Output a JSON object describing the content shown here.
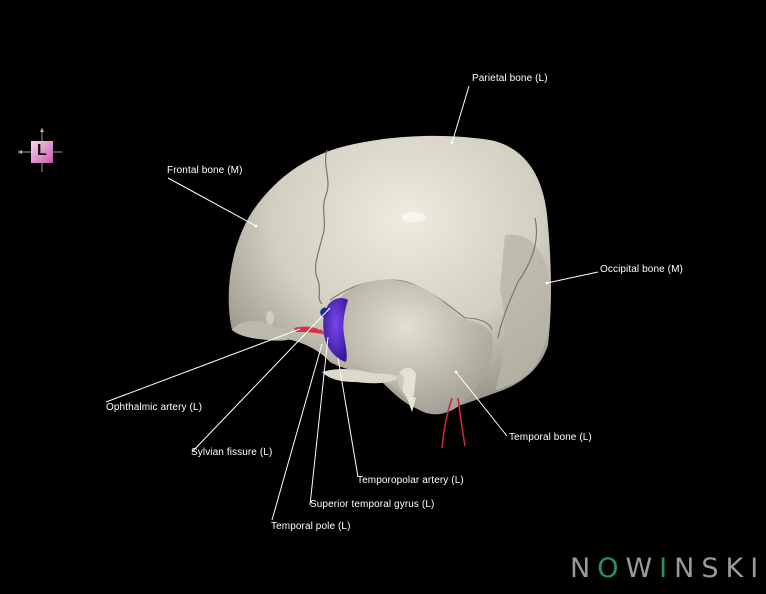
{
  "viewer": {
    "orientation_marker": {
      "letter": "L",
      "color": "#e6a3d6"
    },
    "logo": {
      "letters": [
        "N",
        "O",
        "W",
        "I",
        "N",
        "S",
        "K",
        "I"
      ],
      "accent_indexes": [
        1,
        3
      ]
    }
  },
  "labels": [
    {
      "id": "parietal",
      "text": "Parietal bone (L)"
    },
    {
      "id": "frontal",
      "text": "Frontal bone (M)"
    },
    {
      "id": "occipital",
      "text": "Occipital bone (M)"
    },
    {
      "id": "ophthalmic",
      "text": "Ophthalmic artery (L)"
    },
    {
      "id": "sylvian",
      "text": "Sylvian fissure (L)"
    },
    {
      "id": "temporopolar",
      "text": "Temporopolar artery (L)"
    },
    {
      "id": "superior_temporal",
      "text": "Superior temporal gyrus (L)"
    },
    {
      "id": "temporal_pole",
      "text": "Temporal pole (L)"
    },
    {
      "id": "temporal_bone",
      "text": "Temporal bone (L)"
    }
  ],
  "colors": {
    "background": "#000000",
    "bone": "#d8d4c6",
    "bone_shadow": "#a8a496",
    "brain_purple": "#5a2bd0",
    "artery_red": "#d8304a",
    "leader_line": "#ffffff"
  }
}
